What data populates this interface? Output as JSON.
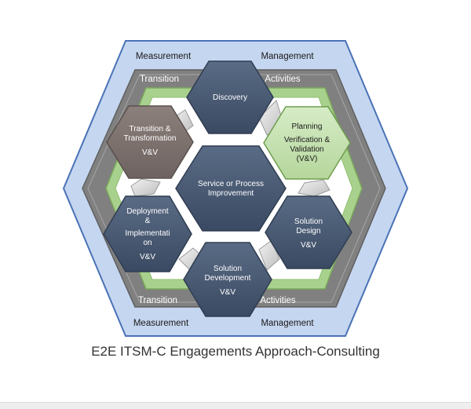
{
  "outer_ring": {
    "top_left": "Measurement",
    "top_right": "Management",
    "bottom_left": "Measurement",
    "bottom_right": "Management"
  },
  "middle_ring": {
    "top_left": "Transition",
    "top_right": "Activities",
    "bottom_left": "Transition",
    "bottom_right": "Activities"
  },
  "center": {
    "line1": "Service or Process",
    "line2": "Improvement"
  },
  "hexagons": {
    "discovery": {
      "line1": "Discovery"
    },
    "planning": {
      "line1": "Planning",
      "line2": "Verification &",
      "line3": "Validation",
      "line4": "(V&V)"
    },
    "solution_design": {
      "line1": "Solution",
      "line2": "Design",
      "line3": "V&V"
    },
    "solution_development": {
      "line1": "Solution",
      "line2": "Development",
      "line3": "V&V"
    },
    "deployment": {
      "line1": "Deployment",
      "line2": "&",
      "line3": "Implementati",
      "line4": "on",
      "line5": "V&V"
    },
    "transition": {
      "line1": "Transition &",
      "line2": "Transformation",
      "line3": "V&V"
    }
  },
  "caption": "E2E ITSM-C Engagements Approach-Consulting",
  "colors": {
    "outer_fill": "#c5d6f0",
    "outer_stroke": "#4a72b6",
    "gray_ring": "#7f7f7f",
    "green_ring": "#a9d18e",
    "navy_hex": "#44546a",
    "taupe_hex": "#7f7370",
    "green_hex": "#c5e0b3"
  }
}
